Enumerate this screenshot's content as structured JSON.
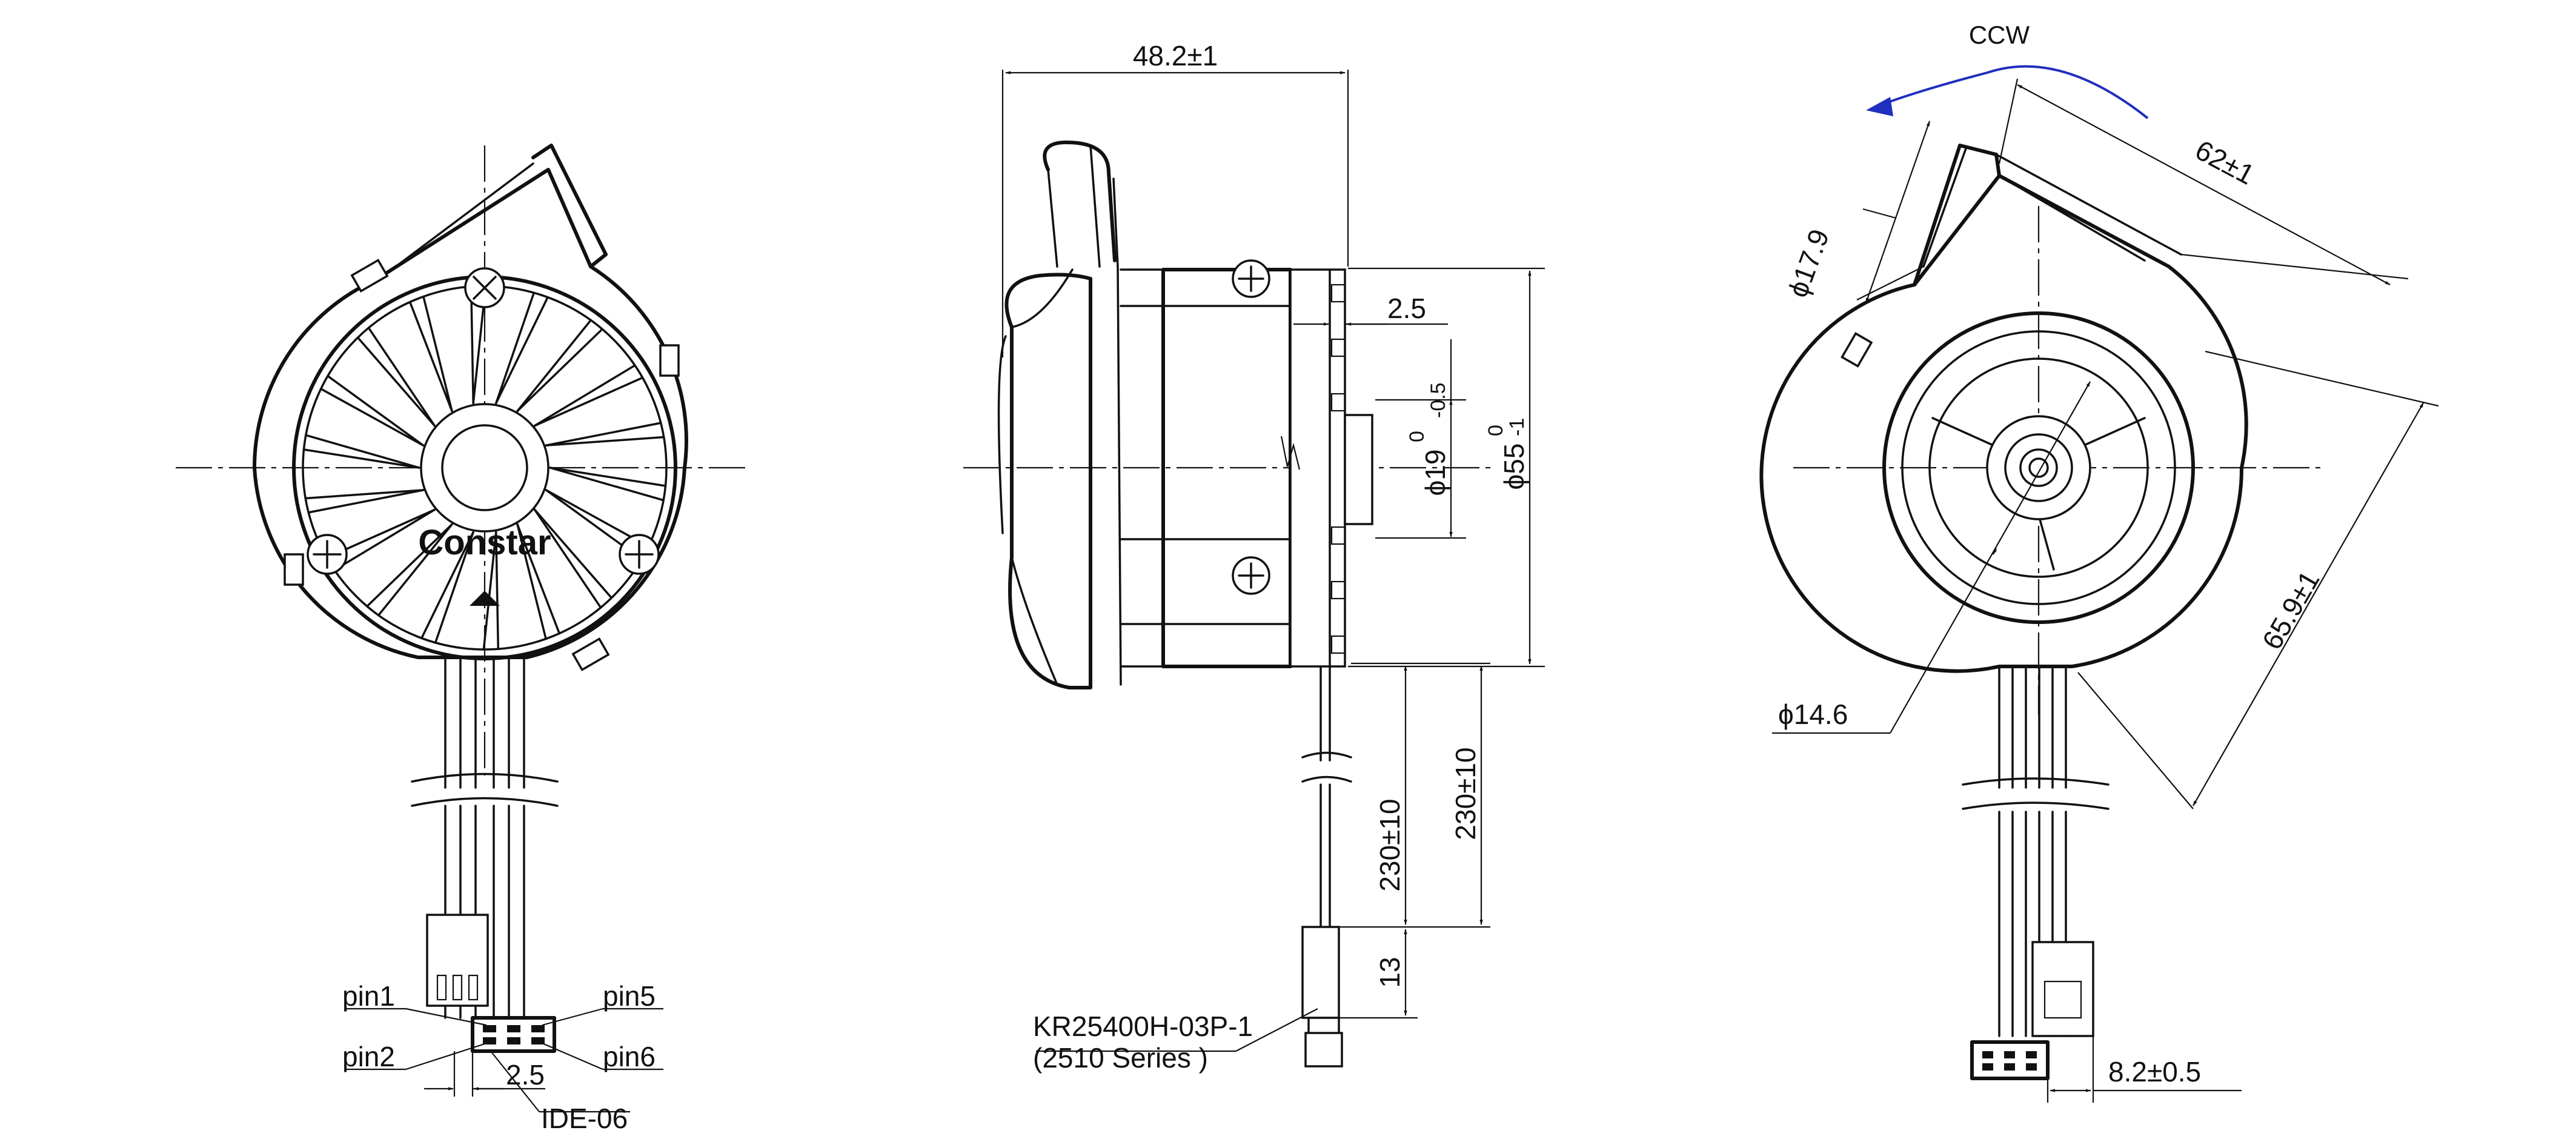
{
  "colors": {
    "line": "#111111",
    "background": "#ffffff",
    "rotation_arrow": "#1f2fbf"
  },
  "front_view": {
    "brand": "Constar",
    "pin_labels": {
      "pin1": "pin1",
      "pin2": "pin2",
      "pin5": "pin5",
      "pin6": "pin6"
    },
    "pitch": "2.5",
    "connector": "IDE-06"
  },
  "side_view": {
    "width": "48.2±1",
    "offset": "2.5",
    "hub_diameter": "ϕ19",
    "hub_tolerance_upper": "0",
    "hub_tolerance_lower": "-0.5",
    "body_diameter": "ϕ55",
    "body_tolerance_upper": "0",
    "body_tolerance_lower": "-1",
    "lead_length_a": "230±10",
    "lead_length_b": "230±10",
    "connector_length": "13",
    "connector_part": "KR25400H-03P-1",
    "connector_series": "(2510 Series )"
  },
  "rear_view": {
    "rotation": "CCW",
    "housing_width": "62±1",
    "housing_height": "65.9±1",
    "outlet_diameter": "ϕ17.9",
    "shaft_diameter": "ϕ14.6",
    "connector_width": "8.2±0.5"
  }
}
